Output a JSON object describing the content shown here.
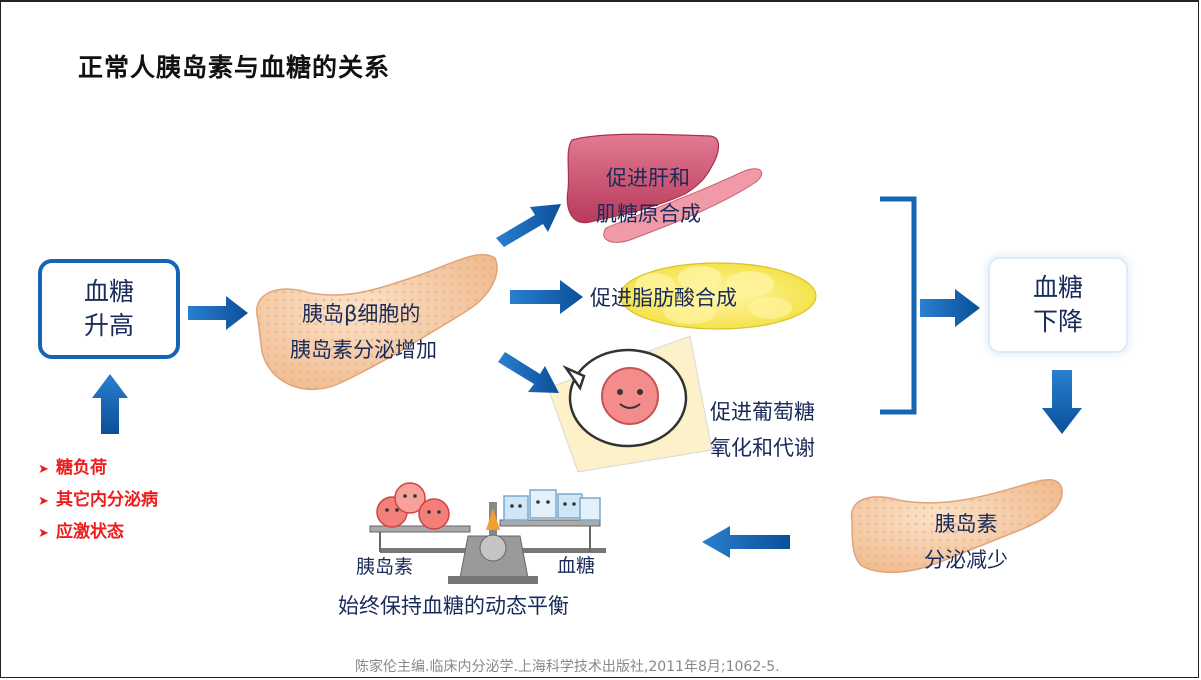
{
  "title": "正常人胰岛素与血糖的关系",
  "blood_sugar_high": {
    "line1": "血糖",
    "line2": "升高"
  },
  "beta_cell": {
    "line1": "胰岛β细胞的",
    "line2": "胰岛素分泌增加"
  },
  "effects": {
    "liver": {
      "line1": "促进肝和",
      "line2": "肌糖原合成"
    },
    "fat": "促进脂肪酸合成",
    "glucose": {
      "line1": "促进葡萄糖",
      "line2": "氧化和代谢"
    }
  },
  "blood_sugar_low": {
    "line1": "血糖",
    "line2": "下降"
  },
  "insulin_decrease": {
    "line1": "胰岛素",
    "line2": "分泌减少"
  },
  "balance": {
    "left_label": "胰岛素",
    "right_label": "血糖",
    "caption": "始终保持血糖的动态平衡"
  },
  "causes": [
    "糖负荷",
    "其它内分泌病",
    "应激状态"
  ],
  "reference": "陈家伦主编.临床内分泌学.上海科学技术出版社,2011年8月;1062-5.",
  "colors": {
    "accent": "#1665b4",
    "text": "#1a2b5a",
    "warning": "#ee1c1c"
  }
}
